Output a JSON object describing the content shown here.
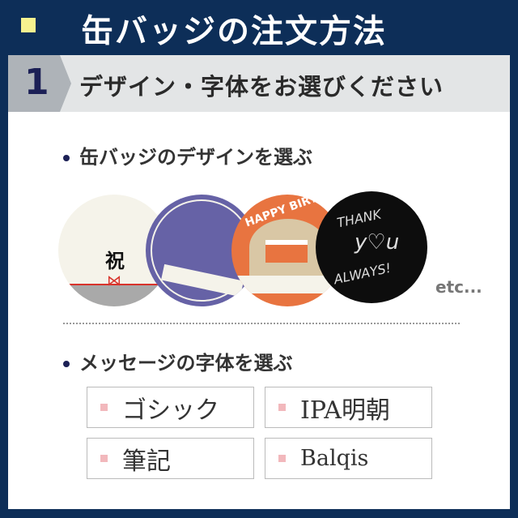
{
  "header": {
    "title": "缶バッジの注文方法"
  },
  "step": {
    "number": "1",
    "title": "デザイン・字体をお選びください"
  },
  "design": {
    "heading": "缶バッジのデザインを選ぶ",
    "badges": [
      {
        "name": "iwai",
        "text": "祝"
      },
      {
        "name": "purple-frame"
      },
      {
        "name": "happy-birthday",
        "text": "HAPPY BIRTHD"
      },
      {
        "name": "thank-you",
        "lines": [
          "THANK",
          "y♡u",
          "ALWAYS!"
        ]
      }
    ],
    "more": "etc..."
  },
  "font": {
    "heading": "メッセージの字体を選ぶ",
    "options": [
      "ゴシック",
      "IPA明朝",
      "筆記",
      "Balqis"
    ]
  },
  "colors": {
    "navy": "#0d2e58",
    "accent": "#f7f28f"
  }
}
